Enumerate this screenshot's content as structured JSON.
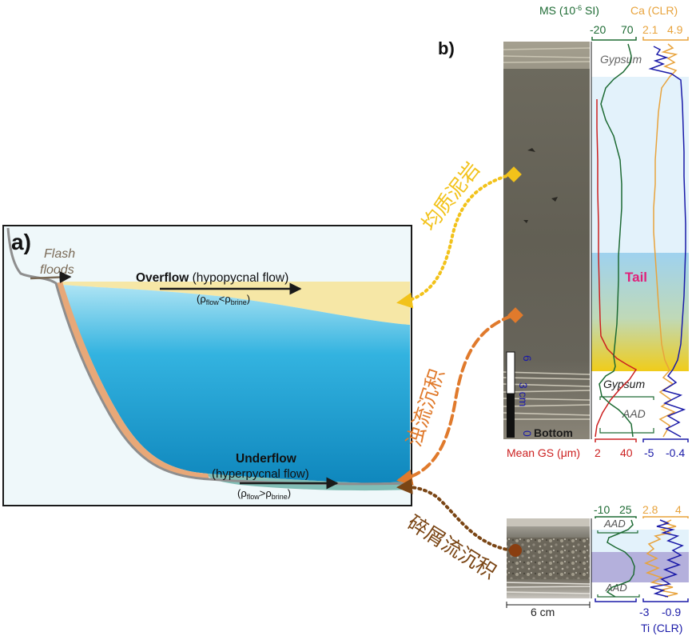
{
  "panel_a": {
    "label": "a)",
    "flash_line1": "Flash",
    "flash_line2": "floods",
    "overflow_bold": "Overflow",
    "overflow_rest": " (hypopycnal flow)",
    "overflow_rel_open": "(ρ",
    "overflow_rel_sub1": "flow",
    "overflow_rel_mid": "<ρ",
    "overflow_rel_sub2": "brine",
    "overflow_rel_close": ")",
    "underflow_bold": "Underflow",
    "underflow_sub": "(hyperpycnal flow)",
    "underflow_rel_open": "(ρ",
    "underflow_rel_sub1": "flow",
    "underflow_rel_mid": ">ρ",
    "underflow_rel_sub2": "brine",
    "underflow_rel_close": ")"
  },
  "panel_b": {
    "label": "b)",
    "ms_header_text": "MS (10",
    "ms_header_sup": "-6",
    "ms_header_unit": " SI)",
    "ca_header": "Ca (CLR)",
    "ms_scale_min": "-20",
    "ms_scale_max": "70",
    "ca_scale_min": "2.1",
    "ca_scale_max": "4.9",
    "gypsum_top": "Gypsum",
    "tail": "Tail",
    "gypsum_bottom": "Gypsum",
    "aad": "AAD",
    "scale_6": "6",
    "scale_3cm": "3 cm",
    "scale_0": "0",
    "bottom": "Bottom",
    "gs_label": "Mean GS (μm)",
    "gs_min": "2",
    "gs_max": "40",
    "ti_min": "-5",
    "ti_max": "-0.4"
  },
  "panel_c": {
    "ms_scale_min": "-10",
    "ms_scale_max": "25",
    "ca_scale_min": "2.8",
    "ca_scale_max": "4",
    "aad_top": "AAD",
    "aad_bottom": "AAD",
    "width_label": "6 cm",
    "ti_min": "-3",
    "ti_max": "-0.9",
    "ti_label": "Ti (CLR)"
  },
  "annotations": {
    "homogeneous_mudstone": "均质泥岩",
    "turbidite": "浊流沉积",
    "debris_flow": "碎屑流沉积"
  },
  "colors": {
    "ms_green": "#1e6b34",
    "ca_orange": "#e8a33c",
    "ti_blue": "#1a1aa8",
    "gs_red": "#cc2020",
    "lake_blue": "#1e9fd0",
    "overflow_yellow": "#f6e7a6",
    "arrow_yellow": "#f2c21a",
    "arrow_orange": "#e07a2c",
    "arrow_brown": "#7a4514",
    "tail_pink": "#e0207a",
    "aad_purple": "#b4b0dc"
  }
}
